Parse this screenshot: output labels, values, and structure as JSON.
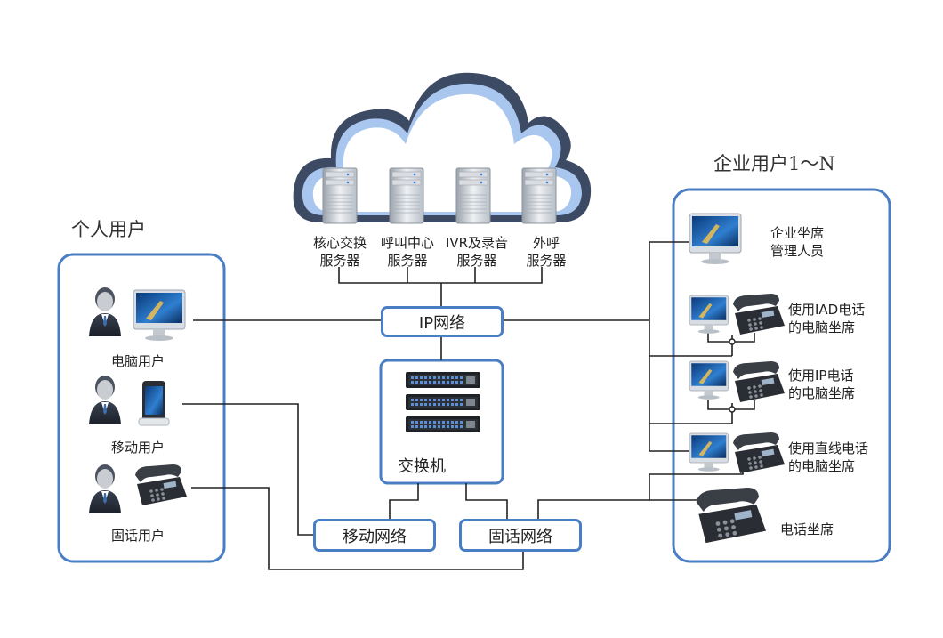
{
  "groups": {
    "personal": "个人用户",
    "enterprise": "企业用户1～N"
  },
  "servers": [
    {
      "line1": "核心交换",
      "line2": "服务器"
    },
    {
      "line1": "呼叫中心",
      "line2": "服务器"
    },
    {
      "line1": "IVR及录音",
      "line2": "服务器"
    },
    {
      "line1": "外呼",
      "line2": "服务器"
    }
  ],
  "networks": {
    "ip": "IP网络",
    "switch": "交换机",
    "mobile": "移动网络",
    "fixed": "固话网络"
  },
  "personal_users": {
    "pc": "电脑用户",
    "mobile": "移动用户",
    "fixed": "固话用户"
  },
  "enterprise_users": {
    "manager": {
      "line1": "企业坐席",
      "line2": "管理人员"
    },
    "iad": {
      "line1": "使用IAD电话",
      "line2": "的电脑坐席"
    },
    "ip": {
      "line1": "使用IP电话",
      "line2": "的电脑坐席"
    },
    "direct": {
      "line1": "使用直线电话",
      "line2": "的电脑坐席"
    },
    "phone": "电话坐席"
  },
  "colors": {
    "frame": "#4a7ec4",
    "cloud_outer": "#3d4a63",
    "cloud_inner": "#a9c6ee",
    "line": "#222222"
  }
}
